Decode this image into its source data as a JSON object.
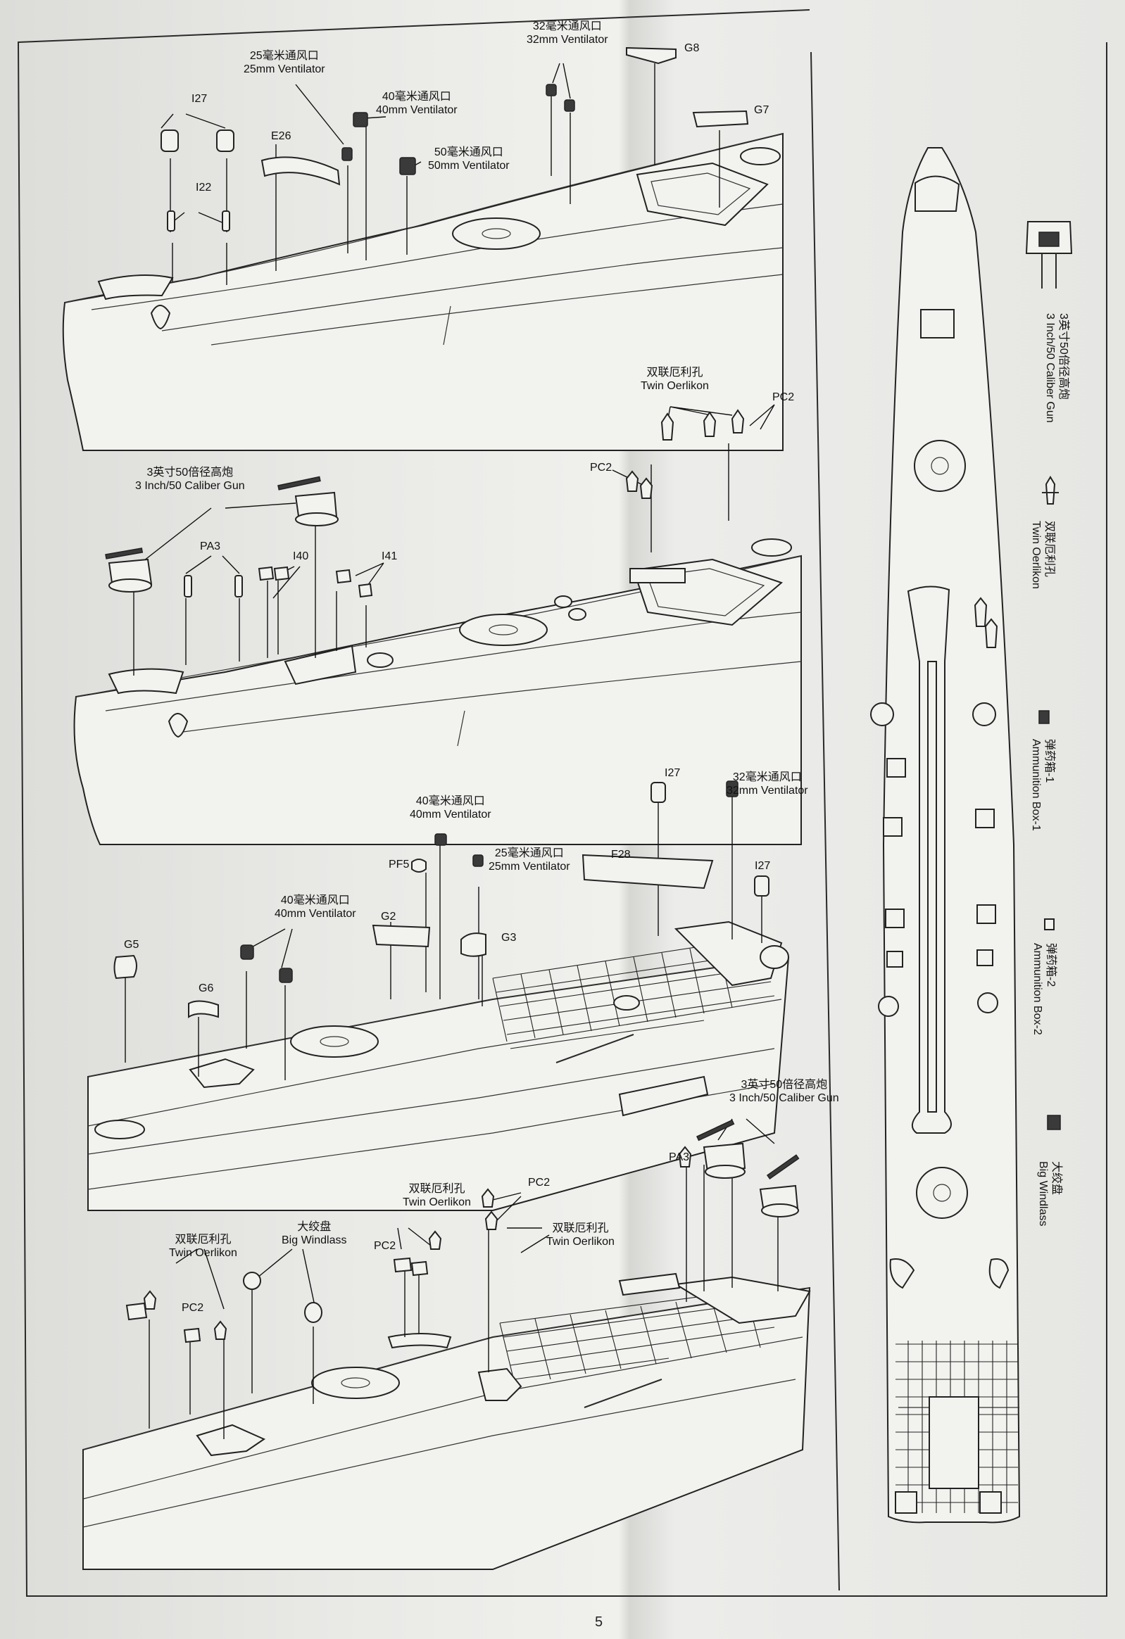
{
  "page": {
    "number": "5"
  },
  "colors": {
    "paper": "#ecece9",
    "ink": "#222222"
  },
  "step1": {
    "vent25": {
      "cn": "25毫米通风口",
      "en": "25mm Ventilator"
    },
    "vent40": {
      "cn": "40毫米通风口",
      "en": "40mm Ventilator"
    },
    "vent50": {
      "cn": "50毫米通风口",
      "en": "50mm Ventilator"
    },
    "vent32": {
      "cn": "32毫米通风口",
      "en": "32mm Ventilator"
    },
    "codes": {
      "i27": "I27",
      "i22": "I22",
      "e26": "E26",
      "g8": "G8",
      "g7": "G7"
    }
  },
  "step2": {
    "gun": {
      "cn": "3英寸50倍径高炮",
      "en": "3 Inch/50 Caliber Gun"
    },
    "oerlikon": {
      "cn": "双联厄利孔",
      "en": "Twin Oerlikon"
    },
    "codes": {
      "pa3": "PA3",
      "i40": "I40",
      "i41": "I41",
      "pc2a": "PC2",
      "pc2b": "PC2"
    }
  },
  "step3": {
    "vent40a": {
      "cn": "40毫米通风口",
      "en": "40mm Ventilator"
    },
    "vent40b": {
      "cn": "40毫米通风口",
      "en": "40mm Ventilator"
    },
    "vent25": {
      "cn": "25毫米通风口",
      "en": "25mm Ventilator"
    },
    "vent32": {
      "cn": "32毫米通风口",
      "en": "32mm Ventilator"
    },
    "codes": {
      "i27a": "I27",
      "i27b": "I27",
      "pf5": "PF5",
      "f28": "F28",
      "g2": "G2",
      "g3": "G3",
      "g5": "G5",
      "g6": "G6"
    }
  },
  "step4": {
    "gun": {
      "cn": "3英寸50倍径高炮",
      "en": "3 Inch/50 Caliber Gun"
    },
    "oerlikonA": {
      "cn": "双联厄利孔",
      "en": "Twin Oerlikon"
    },
    "oerlikonB": {
      "cn": "双联厄利孔",
      "en": "Twin Oerlikon"
    },
    "oerlikonC": {
      "cn": "双联厄利孔",
      "en": "Twin Oerlikon"
    },
    "windlass": {
      "cn": "大绞盘",
      "en": "Big Windlass"
    },
    "codes": {
      "pa3": "PA3",
      "pc2a": "PC2",
      "pc2b": "PC2",
      "pc2c": "PC2"
    }
  },
  "legend": {
    "gun": {
      "cn": "3英寸50倍径高炮",
      "en": "3 Inch/50 Caliber Gun"
    },
    "oerlikon": {
      "cn": "双联厄利孔",
      "en": "Twin Oerlikon"
    },
    "ammo1": {
      "cn": "弹药箱-1",
      "en": "Ammunition Box-1"
    },
    "ammo2": {
      "cn": "弹药箱-2",
      "en": "Ammunition Box-2"
    },
    "windlass": {
      "cn": "大绞盘",
      "en": "Big Windlass"
    }
  }
}
